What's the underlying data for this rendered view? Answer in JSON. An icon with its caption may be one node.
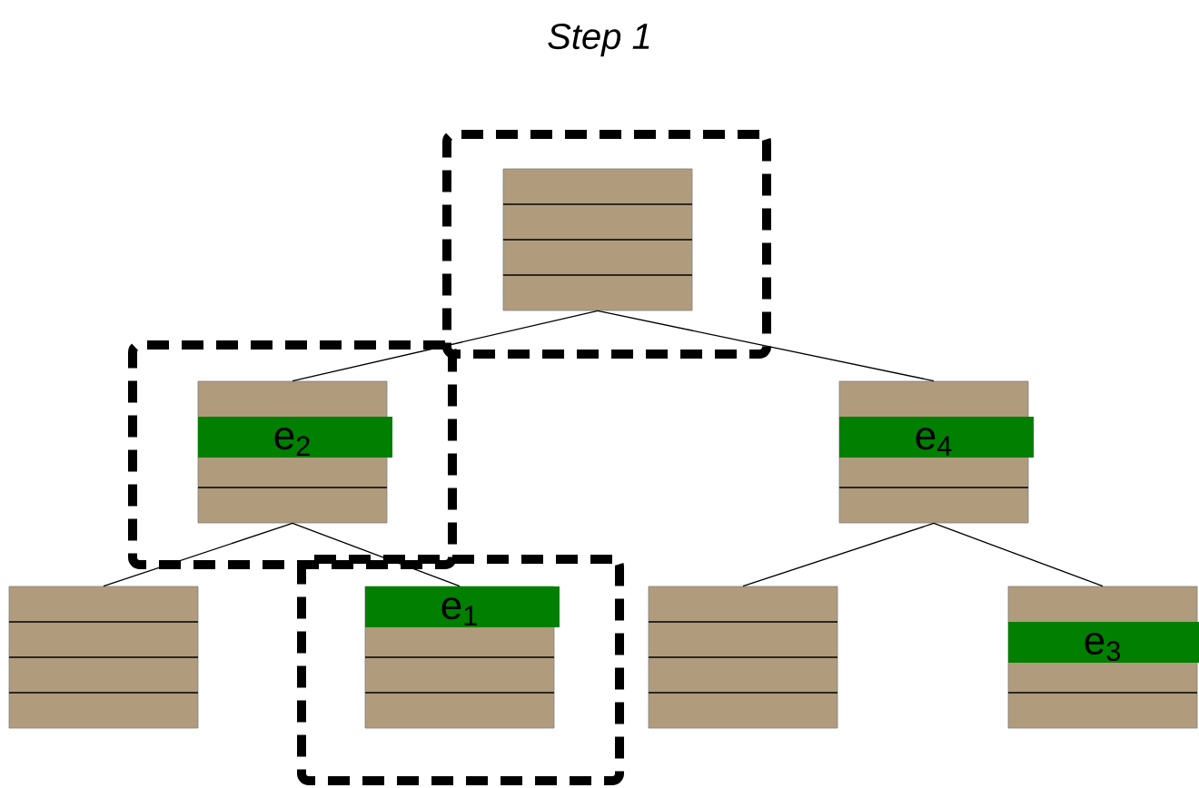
{
  "diagram": {
    "title": "Step 1",
    "nodes": [
      {
        "text": [],
        "shape": "box"
      },
      {
        "text": [],
        "shape": "box",
        "in": 0
      },
      {
        "text": [],
        "shape": "box"
      },
      {
        "text": [
          "e$_{2}$"
        ],
        "in": 2
      },
      {
        "text": [
          "e$_{4}$"
        ]
      },
      {
        "text": [],
        "shape": "box"
      },
      {
        "text": [],
        "shape": "box"
      },
      {
        "text": [
          "e$_{1}$"
        ],
        "in": 6
      },
      {
        "text": [],
        "shape": "box"
      },
      {
        "text": [
          "e$_{3}$"
        ]
      }
    ],
    "edges": [
      {
        "from": 1,
        "to": 3,
        "arrow": "none"
      },
      {
        "from": 1,
        "to": 4,
        "arrow": "none"
      },
      {
        "from": 3,
        "to": 5,
        "arrow": "none"
      },
      {
        "from": 3,
        "to": 7,
        "arrow": "none"
      },
      {
        "from": 4,
        "to": 8,
        "arrow": "none"
      },
      {
        "from": 4,
        "to": 9,
        "arrow": "none"
      }
    ]
  }
}
